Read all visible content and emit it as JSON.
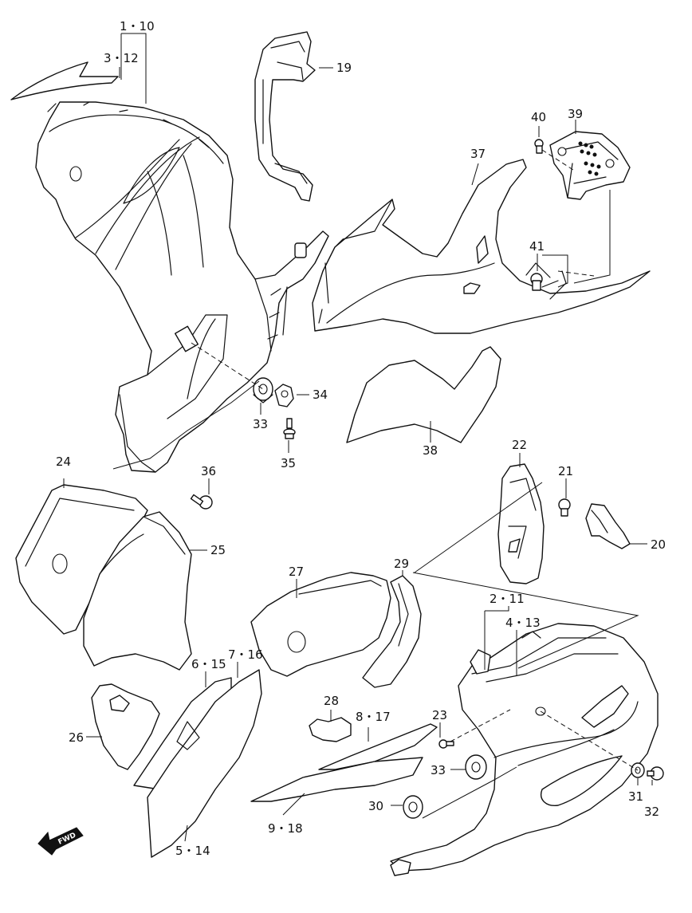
{
  "labels": {
    "p1_10": "1・10",
    "p3_12": "3・12",
    "p19": "19",
    "p40": "40",
    "p39": "39",
    "p37": "37",
    "p41": "41",
    "p34": "34",
    "p33a": "33",
    "p35": "35",
    "p38": "38",
    "p36": "36",
    "p24": "24",
    "p25": "25",
    "p22": "22",
    "p21": "21",
    "p20": "20",
    "p27": "27",
    "p29": "29",
    "p2_11": "2・11",
    "p4_13": "4・13",
    "p6_15": "6・15",
    "p7_16": "7・16",
    "p26": "26",
    "p28": "28",
    "p8_17": "8・17",
    "p23": "23",
    "p33b": "33",
    "p31": "31",
    "p32": "32",
    "p30": "30",
    "p9_18": "9・18",
    "p5_14": "5・14"
  },
  "fwd_marker": "FWD",
  "icons": {
    "fwd": "fwd-arrow-icon"
  }
}
